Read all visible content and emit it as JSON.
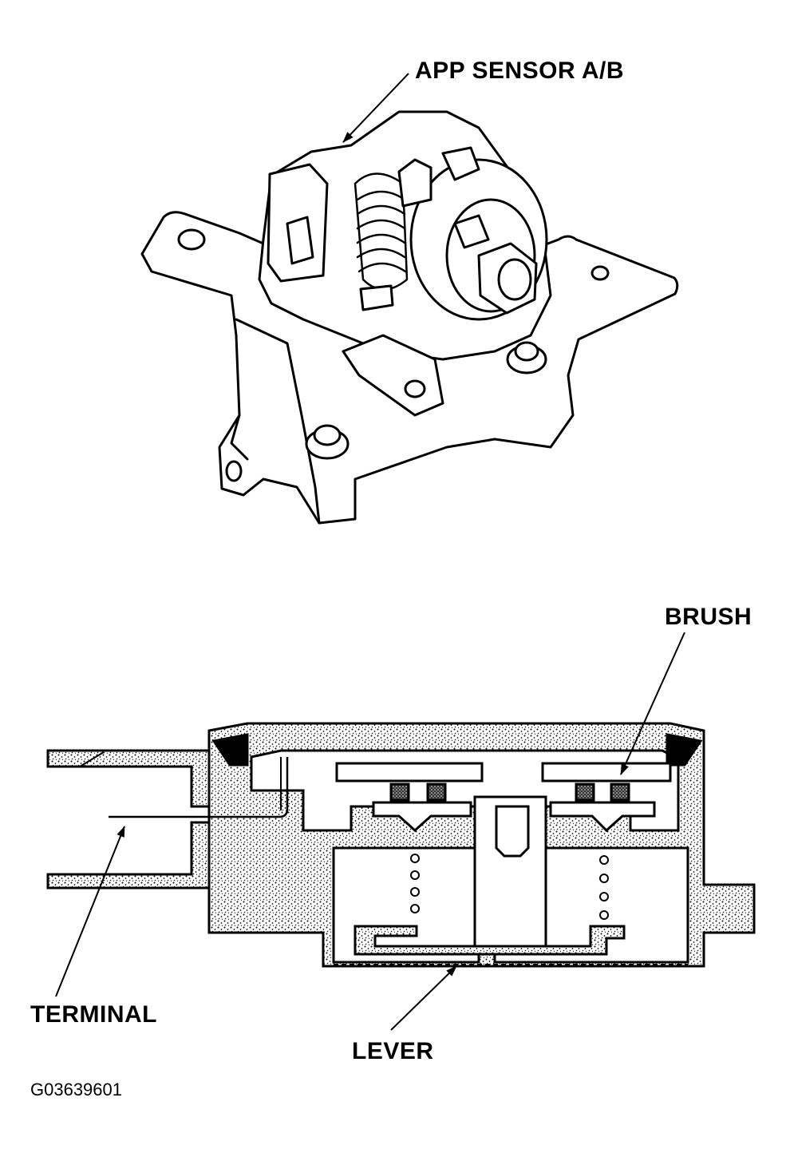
{
  "labels": {
    "app_sensor": "APP SENSOR A/B",
    "brush": "BRUSH",
    "terminal": "TERMINAL",
    "lever": "LEVER"
  },
  "figure_code": "G03639601"
}
